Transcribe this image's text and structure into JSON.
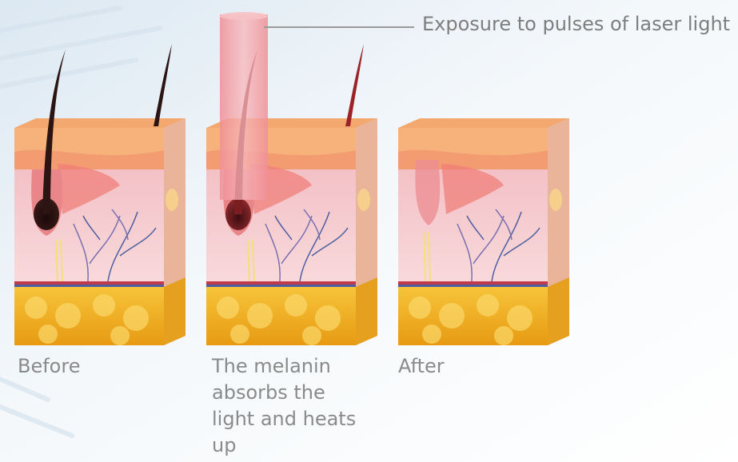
{
  "colors": {
    "background": "#f4f8fb",
    "epidermis": "#f6b27a",
    "dermis": "#f7cfcf",
    "fat": "#f2ad1c",
    "hair": "#2b1412",
    "laser_beam": "#f2a2a6",
    "vessels": "#4b5fa0",
    "label_text": "#8a8a8a"
  },
  "labels": {
    "laser": "Exposure to pulses of laser light",
    "before": "Before",
    "middle_line1": "The melanin",
    "middle_line2": "absorbs the",
    "middle_line3": "light and heats",
    "middle_line4": "up",
    "after": "After"
  },
  "panels": [
    {
      "stage": "before",
      "hair": "dark",
      "laser": false
    },
    {
      "stage": "melanin-absorbs",
      "hair": "heated",
      "laser": true
    },
    {
      "stage": "after",
      "hair": "none",
      "laser": false
    }
  ]
}
